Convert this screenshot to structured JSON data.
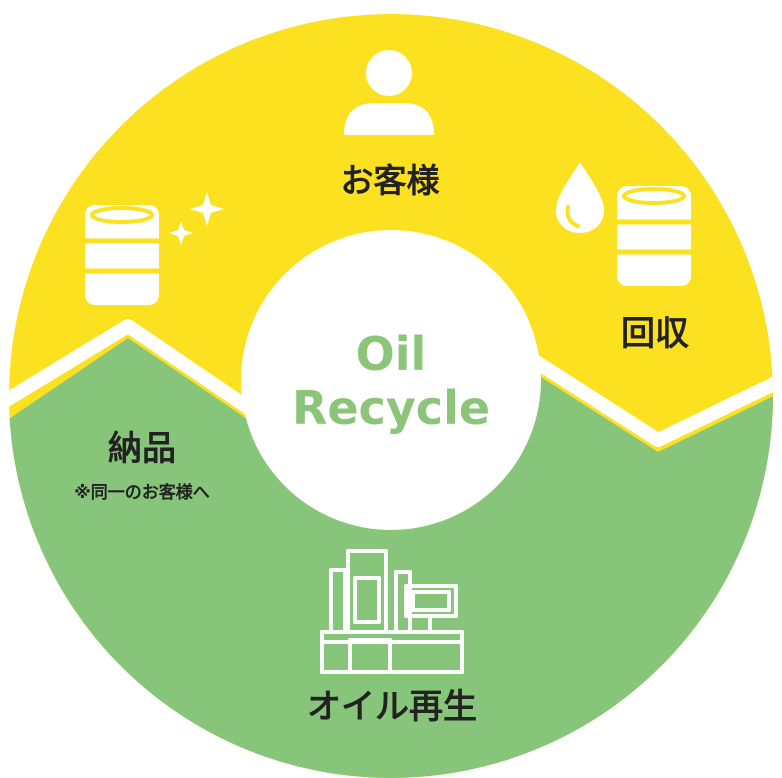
{
  "center": {
    "line1": "Oil",
    "line2": "Recycle"
  },
  "stages": {
    "customer": {
      "label": "お客様",
      "icon": "person-icon"
    },
    "collection": {
      "label": "回収",
      "icons": [
        "oil-drop-icon",
        "oil-drum-icon"
      ]
    },
    "regeneration": {
      "label": "オイル再生",
      "icon": "recycling-machine-icon"
    },
    "delivery": {
      "label": "納品",
      "note": "※同一のお客様へ",
      "icons": [
        "clean-oil-drum-icon",
        "sparkle-icon"
      ]
    }
  },
  "colors": {
    "yellow": "#fbe120",
    "green": "#86c57a",
    "center_text": "#8cc57a",
    "label_text": "#222222",
    "icon_white": "#ffffff"
  }
}
